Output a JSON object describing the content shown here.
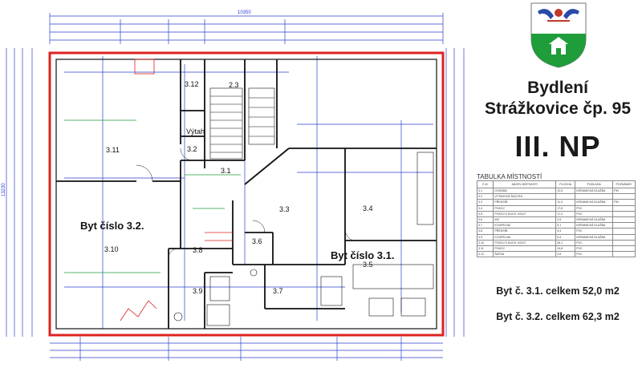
{
  "plan": {
    "apartments": [
      "Byt číslo 3.2.",
      "Byt číslo 3.1."
    ],
    "rooms": [
      "3.11",
      "3.12",
      "2.3",
      "Výtah",
      "3.2",
      "3.1",
      "3.3",
      "3.4",
      "3.10",
      "3.8",
      "3.6",
      "3.5",
      "3.9",
      "3.7"
    ],
    "overall_width": "10350",
    "overall_height": "13230"
  },
  "panel": {
    "title_line1": "Bydlení",
    "title_line2": "Strážkovice čp. 95",
    "floor": "III. NP",
    "table_title": "TABULKA MÍSTNOSTÍ",
    "table_headers": [
      "Č.M.",
      "NÁZEV MÍSTNOSTI",
      "PLOCHA",
      "PODLAHA",
      "POZNÁMKY"
    ],
    "table_rows": [
      [
        "3.1",
        "CHODBA",
        "12,5",
        "KERAMICKÁ DLAŽBA",
        "PM"
      ],
      [
        "3.2",
        "VÝTAHOVÁ ŠACHTA",
        "",
        "",
        ""
      ],
      [
        "3.3",
        "PŘEDSÍŇ",
        "11,4",
        "KERAMICKÁ DLAŽBA",
        "PM"
      ],
      [
        "3.4",
        "POKOJ",
        "17,8",
        "PVC",
        ""
      ],
      [
        "3.5",
        "POKOJ S KUCH. KOUT.",
        "17,2",
        "PVC",
        ""
      ],
      [
        "3.6",
        "WC",
        "2,5",
        "KERAMICKÁ DLAŽBA",
        ""
      ],
      [
        "3.7",
        "KOUPELNA",
        "5,1",
        "KERAMICKÁ DLAŽBA",
        ""
      ],
      [
        "3.8",
        "PŘEDSÍŇ",
        "4,4",
        "PVC",
        ""
      ],
      [
        "3.9",
        "KOUPELNA",
        "5,4",
        "KERAMICKÁ DLAŽBA",
        ""
      ],
      [
        "3.10",
        "POKOJ S KUCH. KOUT.",
        "26,1",
        "PVC",
        ""
      ],
      [
        "3.11",
        "POKOJ",
        "24,8",
        "PVC",
        ""
      ],
      [
        "3.12",
        "ŠATNA",
        "4,6",
        "PVC",
        ""
      ]
    ],
    "summary_1": "Byt č. 3.1. celkem 52,0 m2",
    "summary_2": "Byt č. 3.2. celkem 62,3 m2"
  }
}
